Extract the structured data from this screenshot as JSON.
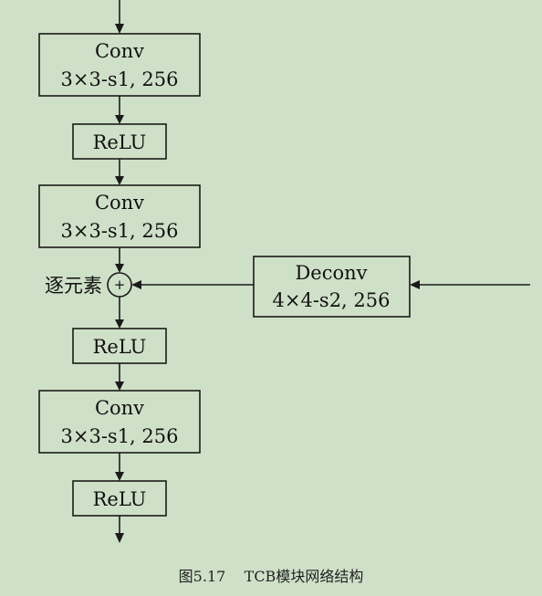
{
  "diagram": {
    "conv1": {
      "title": "Conv",
      "params": "3×3-s1, 256"
    },
    "relu1": {
      "label": "ReLU"
    },
    "conv2": {
      "title": "Conv",
      "params": "3×3-s1, 256"
    },
    "sum": {
      "label": "逐元素",
      "symbol": "+"
    },
    "deconv": {
      "title": "Deconv",
      "params": "4×4-s2, 256"
    },
    "relu2": {
      "label": "ReLU"
    },
    "conv3": {
      "title": "Conv",
      "params": "3×3-s1, 256"
    },
    "relu3": {
      "label": "ReLU"
    }
  },
  "caption": "图5.17    TCB模块网络结构"
}
